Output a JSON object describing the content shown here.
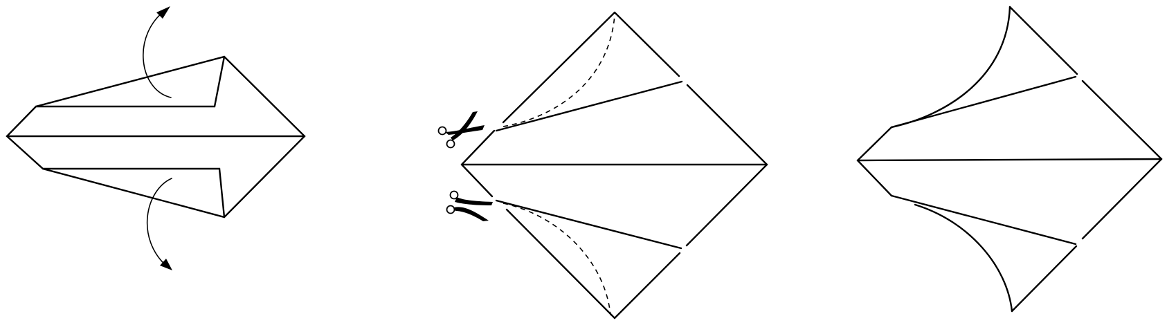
{
  "figure": {
    "panels": [
      {
        "id": "step-fold-flaps-out",
        "icons": [
          "fold-arrow-up-icon",
          "fold-arrow-down-icon"
        ]
      },
      {
        "id": "step-cut-curves",
        "icons": [
          "scissors-upper-icon",
          "scissors-lower-icon"
        ]
      },
      {
        "id": "step-result-shape",
        "icons": []
      }
    ],
    "colors": {
      "line": "#000000",
      "background": "#ffffff"
    }
  }
}
